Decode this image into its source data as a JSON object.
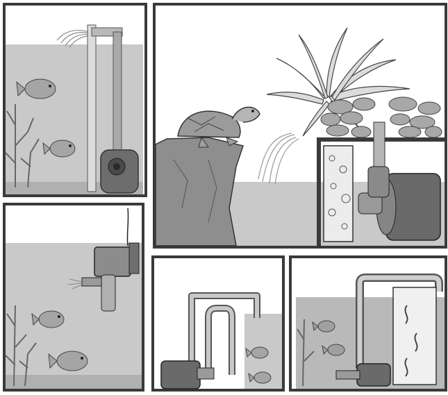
{
  "colors": {
    "water": "#c9c9c9",
    "water_dark": "#b3b3b3",
    "frame": "#3a3a3a",
    "pipe": "#a9a9a9",
    "pump": "#7f7f7f",
    "rock": "#9a9a9a",
    "plant": "#d9d9d9",
    "air": "#f2f2f2"
  },
  "panels": [
    {
      "id": "panel-1",
      "description_icon": "submersible-pump-fountain-icon"
    },
    {
      "id": "panel-2",
      "description_icon": "turtle-terrarium-pump-icon"
    },
    {
      "id": "panel-3",
      "description_icon": "hang-on-filter-pump-icon"
    },
    {
      "id": "panel-4",
      "description_icon": "external-siphon-pump-icon"
    },
    {
      "id": "panel-5",
      "description_icon": "external-filter-pump-icon"
    }
  ]
}
